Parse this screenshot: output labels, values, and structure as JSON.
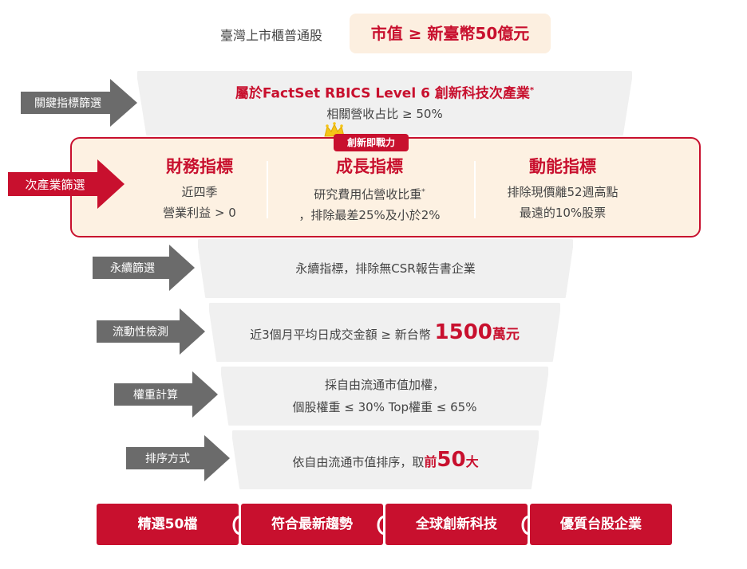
{
  "header": {
    "universe": "臺灣上市櫃普通股",
    "market_cap": "市值 ≥ 新臺幣50億元"
  },
  "key_screen": {
    "arrow_label": "關鍵指標篩選",
    "line1_prefix": "屬於",
    "line1_main": "FactSet RBICS Level 6 創新科技次產業",
    "line1_sup": "*",
    "line2": "相關營收占比 ≥ 50%"
  },
  "sub_industry": {
    "arrow_label": "次產業篩選",
    "badge": "創新即戰力",
    "columns": [
      {
        "title": "財務指標",
        "line1": "近四季",
        "line2": "營業利益 > 0",
        "sup": ""
      },
      {
        "title": "成長指標",
        "line1": "研究費用佔營收比重",
        "sup": "*",
        "line2": "，排除最差25%及小於2%"
      },
      {
        "title": "動能指標",
        "line1": "排除現價離52週高點",
        "line2": "最遠的10%股票",
        "sup": ""
      }
    ]
  },
  "sustain": {
    "arrow_label": "永續篩選",
    "text": "永續指標，排除無CSR報告書企業"
  },
  "liquidity": {
    "arrow_label": "流動性檢測",
    "text_prefix": "近3個月平均日成交金額 ≥ 新台幣 ",
    "amount": "1500",
    "unit": "萬元"
  },
  "weight": {
    "arrow_label": "權重計算",
    "line1": "採自由流通市值加權，",
    "line2": "個股權重 ≤ 30% Top權重 ≤ 65%"
  },
  "ranking": {
    "arrow_label": "排序方式",
    "text_prefix": "依自由流通市值排序，取",
    "text_bold_prefix": "前",
    "count": "50",
    "text_suffix": "大"
  },
  "pieces": [
    {
      "label": "精選50檔"
    },
    {
      "label": "符合最新趨勢"
    },
    {
      "label": "全球創新科技"
    },
    {
      "label": "優質台股企業"
    }
  ],
  "colors": {
    "brand_red": "#c8102e",
    "panel_gray": "#f0f0f0",
    "arrow_gray": "#6b6b6b",
    "highlight_bg": "#fdf1e2"
  }
}
